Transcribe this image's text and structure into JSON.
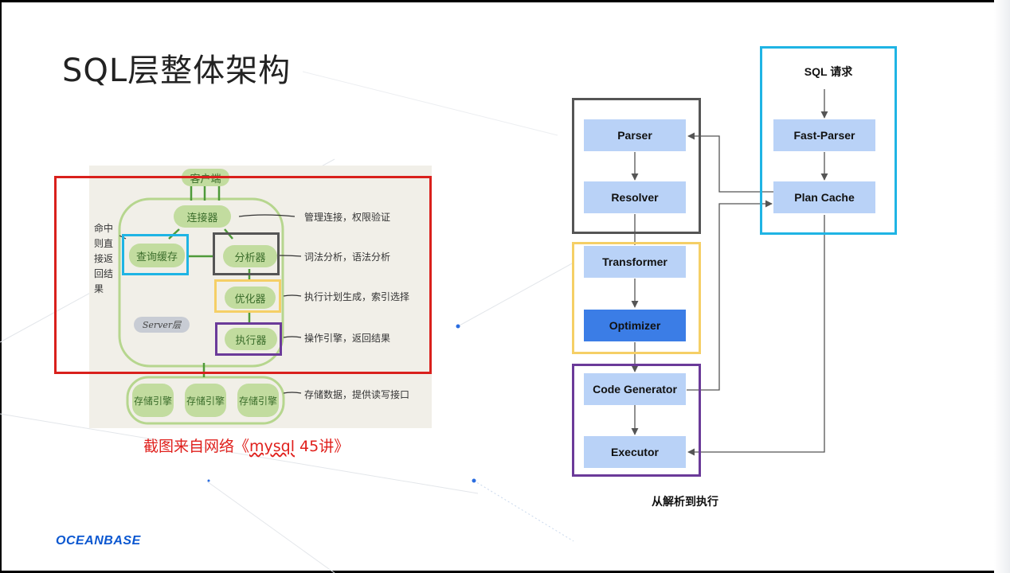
{
  "slide": {
    "title": "SQL层整体架构",
    "logo": "OCEANBASE"
  },
  "sketch": {
    "client": "客户端",
    "connector": "连接器",
    "query_cache": "查询缓存",
    "analyzer": "分析器",
    "optimizer": "优化器",
    "executor": "执行器",
    "server_layer": "Server层",
    "storage_engines": [
      "存储引擎",
      "存储引擎",
      "存储引擎"
    ],
    "hit_note": "命中则直接返回结果",
    "notes": {
      "connector": "管理连接，权限验证",
      "analyzer": "词法分析，语法分析",
      "optimizer": "执行计划生成，索引选择",
      "executor": "操作引擎，返回结果",
      "storage": "存储数据，提供读写接口"
    },
    "caption_prefix": "截图来自网络《",
    "caption_book": "mysql",
    "caption_suffix": " 45讲》"
  },
  "flow": {
    "sql_request": "SQL 请求",
    "parser": "Parser",
    "resolver": "Resolver",
    "transformer": "Transformer",
    "optimizer": "Optimizer",
    "code_generator": "Code Generator",
    "executor": "Executor",
    "fast_parser": "Fast-Parser",
    "plan_cache": "Plan Cache",
    "caption": "从解析到执行"
  },
  "colors": {
    "red_box": "#d9201c",
    "cyan": "#1fb4e4",
    "gray_group": "#555555",
    "yellow": "#f5cf66",
    "purple": "#6b3a99",
    "node": "#b9d2f7",
    "node_dark": "#3b7de6",
    "sketch_green": "#c2dc9f"
  }
}
